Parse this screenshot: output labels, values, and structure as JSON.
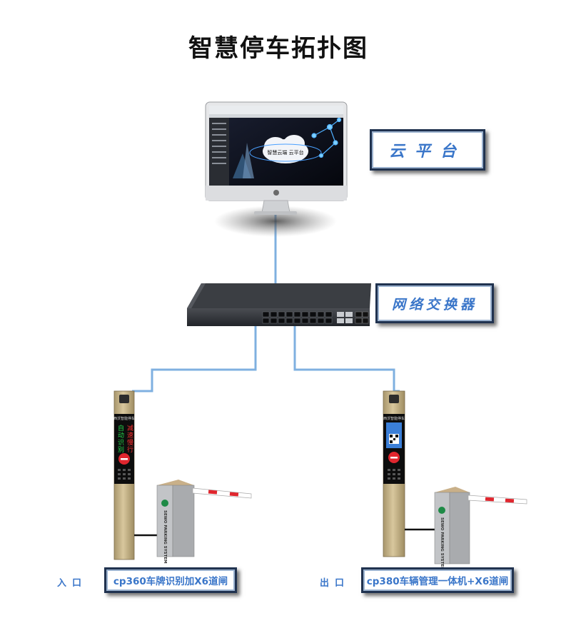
{
  "title": "智慧停车拓扑图",
  "nodes": {
    "cloud_label": "云平台",
    "switch_label": "网络交换器",
    "entry_label": "入口",
    "entry_device": "cp360车牌识别加X6道闸",
    "exit_label": "出口",
    "exit_device": "cp380车辆管理一体机+X6道闸"
  },
  "screen": {
    "cloud_text": "智慧云端 云平台"
  },
  "entry_kiosk": {
    "brand": "西沃智能停车",
    "line1": "自动识别",
    "line2": "减速慢行"
  },
  "exit_kiosk": {
    "brand": "西沃智能停车"
  },
  "barrier_text": "SEWO PARKING SYSTEM",
  "colors": {
    "link": "#7fb0e0",
    "label_text": "#3a76c9",
    "label_border": "#20324f",
    "pillar": "#c8b58a",
    "barrier_body": "#b7b9bc",
    "barrier_top": "#c9b089",
    "arm_red": "#e0262e"
  }
}
